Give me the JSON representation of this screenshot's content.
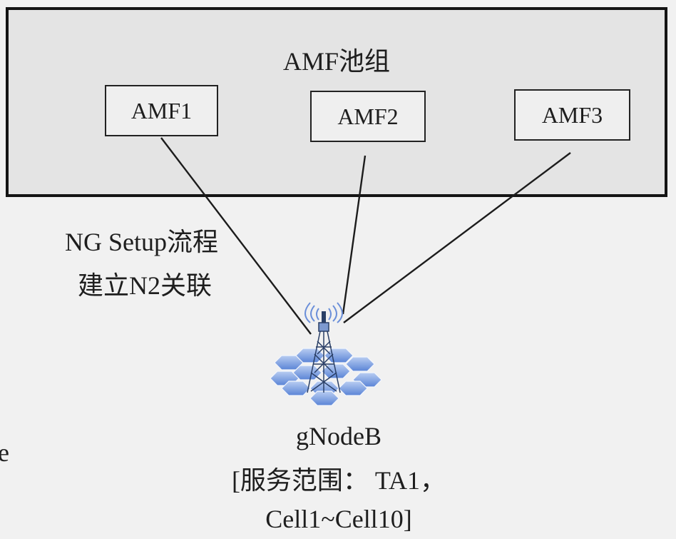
{
  "pool": {
    "title": "AMF池组"
  },
  "amfs": [
    {
      "label": "AMF1"
    },
    {
      "label": "AMF2"
    },
    {
      "label": "AMF3"
    }
  ],
  "procedure": {
    "line1": "NG Setup流程",
    "line2": "建立N2关联"
  },
  "base_station": {
    "name": "gNodeB",
    "coverage": "[服务范围： TA1，",
    "cells": "Cell1~Cell10]"
  },
  "edge_fragment": "e",
  "colors": {
    "background": "#f1f1f1",
    "pool_fill": "#e4e4e4",
    "tower_icon": "#5a84d6",
    "signal_arcs": "#6b8fd9"
  }
}
